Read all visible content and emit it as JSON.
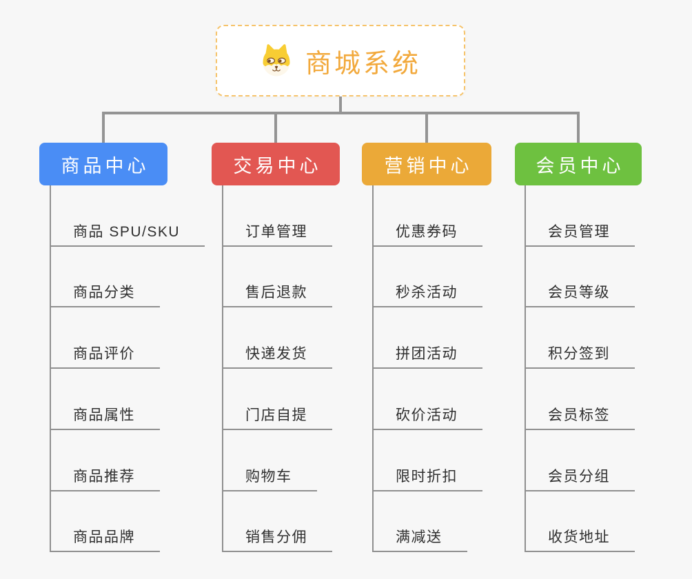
{
  "root": {
    "title": "商城系统",
    "icon": "dog-face-icon",
    "title_color": "#f2a93c",
    "border_color": "#f6c36a"
  },
  "connector_color": "#949494",
  "branches": [
    {
      "label": "商品中心",
      "color": "#4a8df5",
      "items": [
        "商品 SPU/SKU",
        "商品分类",
        "商品评价",
        "商品属性",
        "商品推荐",
        "商品品牌"
      ]
    },
    {
      "label": "交易中心",
      "color": "#e25752",
      "items": [
        "订单管理",
        "售后退款",
        "快递发货",
        "门店自提",
        "购物车",
        "销售分佣"
      ]
    },
    {
      "label": "营销中心",
      "color": "#eba938",
      "items": [
        "优惠券码",
        "秒杀活动",
        "拼团活动",
        "砍价活动",
        "限时折扣",
        "满减送"
      ]
    },
    {
      "label": "会员中心",
      "color": "#6ec140",
      "items": [
        "会员管理",
        "会员等级",
        "积分签到",
        "会员标签",
        "会员分组",
        "收货地址"
      ]
    }
  ]
}
